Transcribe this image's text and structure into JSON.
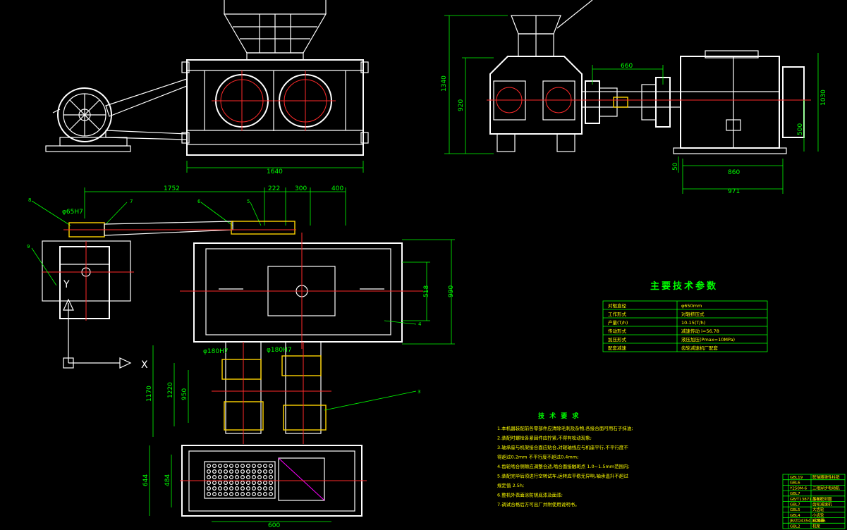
{
  "dimensions": {
    "front_width": "1640",
    "side_height_total": "1340",
    "side_height_body": "920",
    "shaft_len": "660",
    "gear_height": "1030",
    "gear_shaft_h": "500",
    "base_h": "50",
    "gear_base": "860",
    "gear_total": "971",
    "top_1752": "1752",
    "top_222": "222",
    "top_300": "300",
    "top_400": "400",
    "phi65": "φ65H7",
    "right_518": "518",
    "right_990": "990",
    "phi180_a": "φ180H7",
    "phi180_b": "φ180H7",
    "left_1170": "1170",
    "left_1220": "1220",
    "left_950": "950",
    "bottom_644": "644",
    "bottom_484": "484",
    "bottom_600": "600"
  },
  "labels": {
    "n8": "8",
    "n7": "7",
    "n6": "6",
    "n5": "5",
    "n9": "9",
    "n4": "4",
    "n3": "3",
    "axis_y": "Y",
    "axis_x": "X"
  },
  "params": {
    "title": "主要技术参数",
    "rows": [
      {
        "k": "对辊直径",
        "v": "φ650mm"
      },
      {
        "k": "工作形式",
        "v": "对辊挤压式"
      },
      {
        "k": "产量(T/h)",
        "v": "10-15(T/h)"
      },
      {
        "k": "传动形式",
        "v": "减速传动 i=56.78"
      },
      {
        "k": "加压形式",
        "v": "液压加压(Pmax=10MPa)"
      },
      {
        "k": "配套减速",
        "v": "齿轮减速机厂配套"
      }
    ]
  },
  "requirements": {
    "title": "技 术 要 求",
    "items": [
      "1.本机器装配前各零部件应清除毛刺及杂物,各接合面可用石子抹油;",
      "2.装配时螺栓各紧固件应拧紧,不得有松动现象;",
      "3.轴承座与机架接合面应贴合,对辊轴线应与机座平行,不平行度不",
      "  得超过0.2mm 不平行度不超过0.4mm;",
      "4.齿轮啮合侧隙应调整合适,啮合面接触斑点 1.0~1.5mm范围内;",
      "5.装配完毕后须进行空转试车,运转应平稳无异响,轴承温升不超过",
      "  规定值 2.5h;",
      "6.整机外表面涂防锈底漆及面漆;",
      "7.调试合格后方可出厂并附使用说明书。"
    ]
  },
  "title_block": {
    "rows": [
      {
        "a": "GBL19",
        "b": "联轴器弹性柱销"
      },
      {
        "a": "GBL6",
        "b": ""
      },
      {
        "a": "Y250M-6",
        "b": "三相异步电动机"
      },
      {
        "a": "GBL7",
        "b": ""
      },
      {
        "a": "GB/T13871.1-92",
        "b": "唇形密封圈"
      },
      {
        "a": "GBL7",
        "b": "齿轮减速机"
      },
      {
        "a": "GBL5",
        "b": "大齿轮"
      },
      {
        "a": "GBL4",
        "b": "小齿轮"
      },
      {
        "a": "JB/ZQ4354.3-2006",
        "b": "减速器"
      },
      {
        "a": "GBL2",
        "b": "机架"
      }
    ]
  },
  "colors": {
    "background": "#000000",
    "outline": "#ffffff",
    "centerline": "#ff2a2a",
    "dimension": "#00ff00",
    "annotation": "#ffff00"
  }
}
